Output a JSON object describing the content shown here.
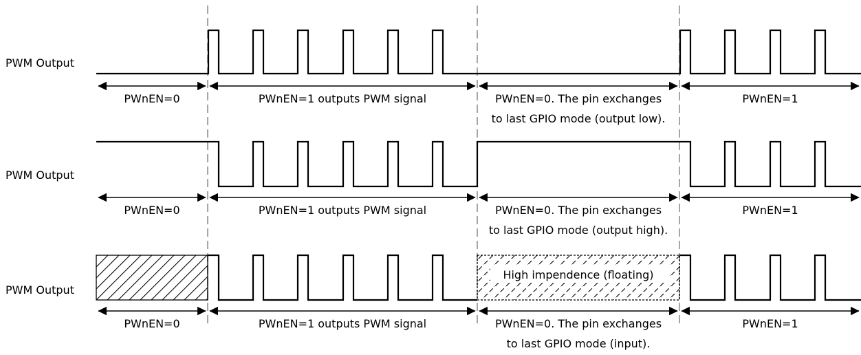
{
  "rows": [
    {
      "axis_label": "PWM Output",
      "idle_level": "low",
      "segments": [
        {
          "text": [
            "PWnEN=0"
          ]
        },
        {
          "text": [
            "PWnEN=1 outputs PWM signal"
          ]
        },
        {
          "text": [
            "PWnEN=0. The pin exchanges",
            "to last GPIO mode (output low)."
          ]
        },
        {
          "text": [
            "PWnEN=1"
          ]
        }
      ]
    },
    {
      "axis_label": "PWM Output",
      "idle_level": "high",
      "segments": [
        {
          "text": [
            "PWnEN=0"
          ]
        },
        {
          "text": [
            "PWnEN=1 outputs PWM signal"
          ]
        },
        {
          "text": [
            "PWnEN=0. The pin exchanges",
            "to last GPIO mode (output high)."
          ]
        },
        {
          "text": [
            "PWnEN=1"
          ]
        }
      ]
    },
    {
      "axis_label": "PWM Output",
      "idle_level": "floating",
      "box_label": "High impendence (floating)",
      "segments": [
        {
          "text": [
            "PWnEN=0"
          ]
        },
        {
          "text": [
            "PWnEN=1 outputs PWM signal"
          ]
        },
        {
          "text": [
            "PWnEN=0. The pin exchanges",
            "to last GPIO mode (input)."
          ]
        },
        {
          "text": [
            "PWnEN=1"
          ]
        }
      ]
    }
  ]
}
